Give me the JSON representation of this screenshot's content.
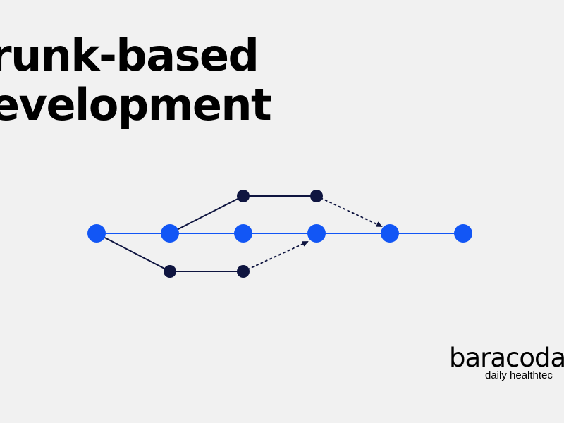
{
  "title": {
    "line1": "runk-based",
    "line2": "evelopment"
  },
  "logo": {
    "name": "baracoda",
    "tagline": "daily healthtec"
  },
  "colors": {
    "background": "#f1f1f1",
    "trunk": "#1256f5",
    "branch": "#0f1540",
    "text": "#000000"
  }
}
